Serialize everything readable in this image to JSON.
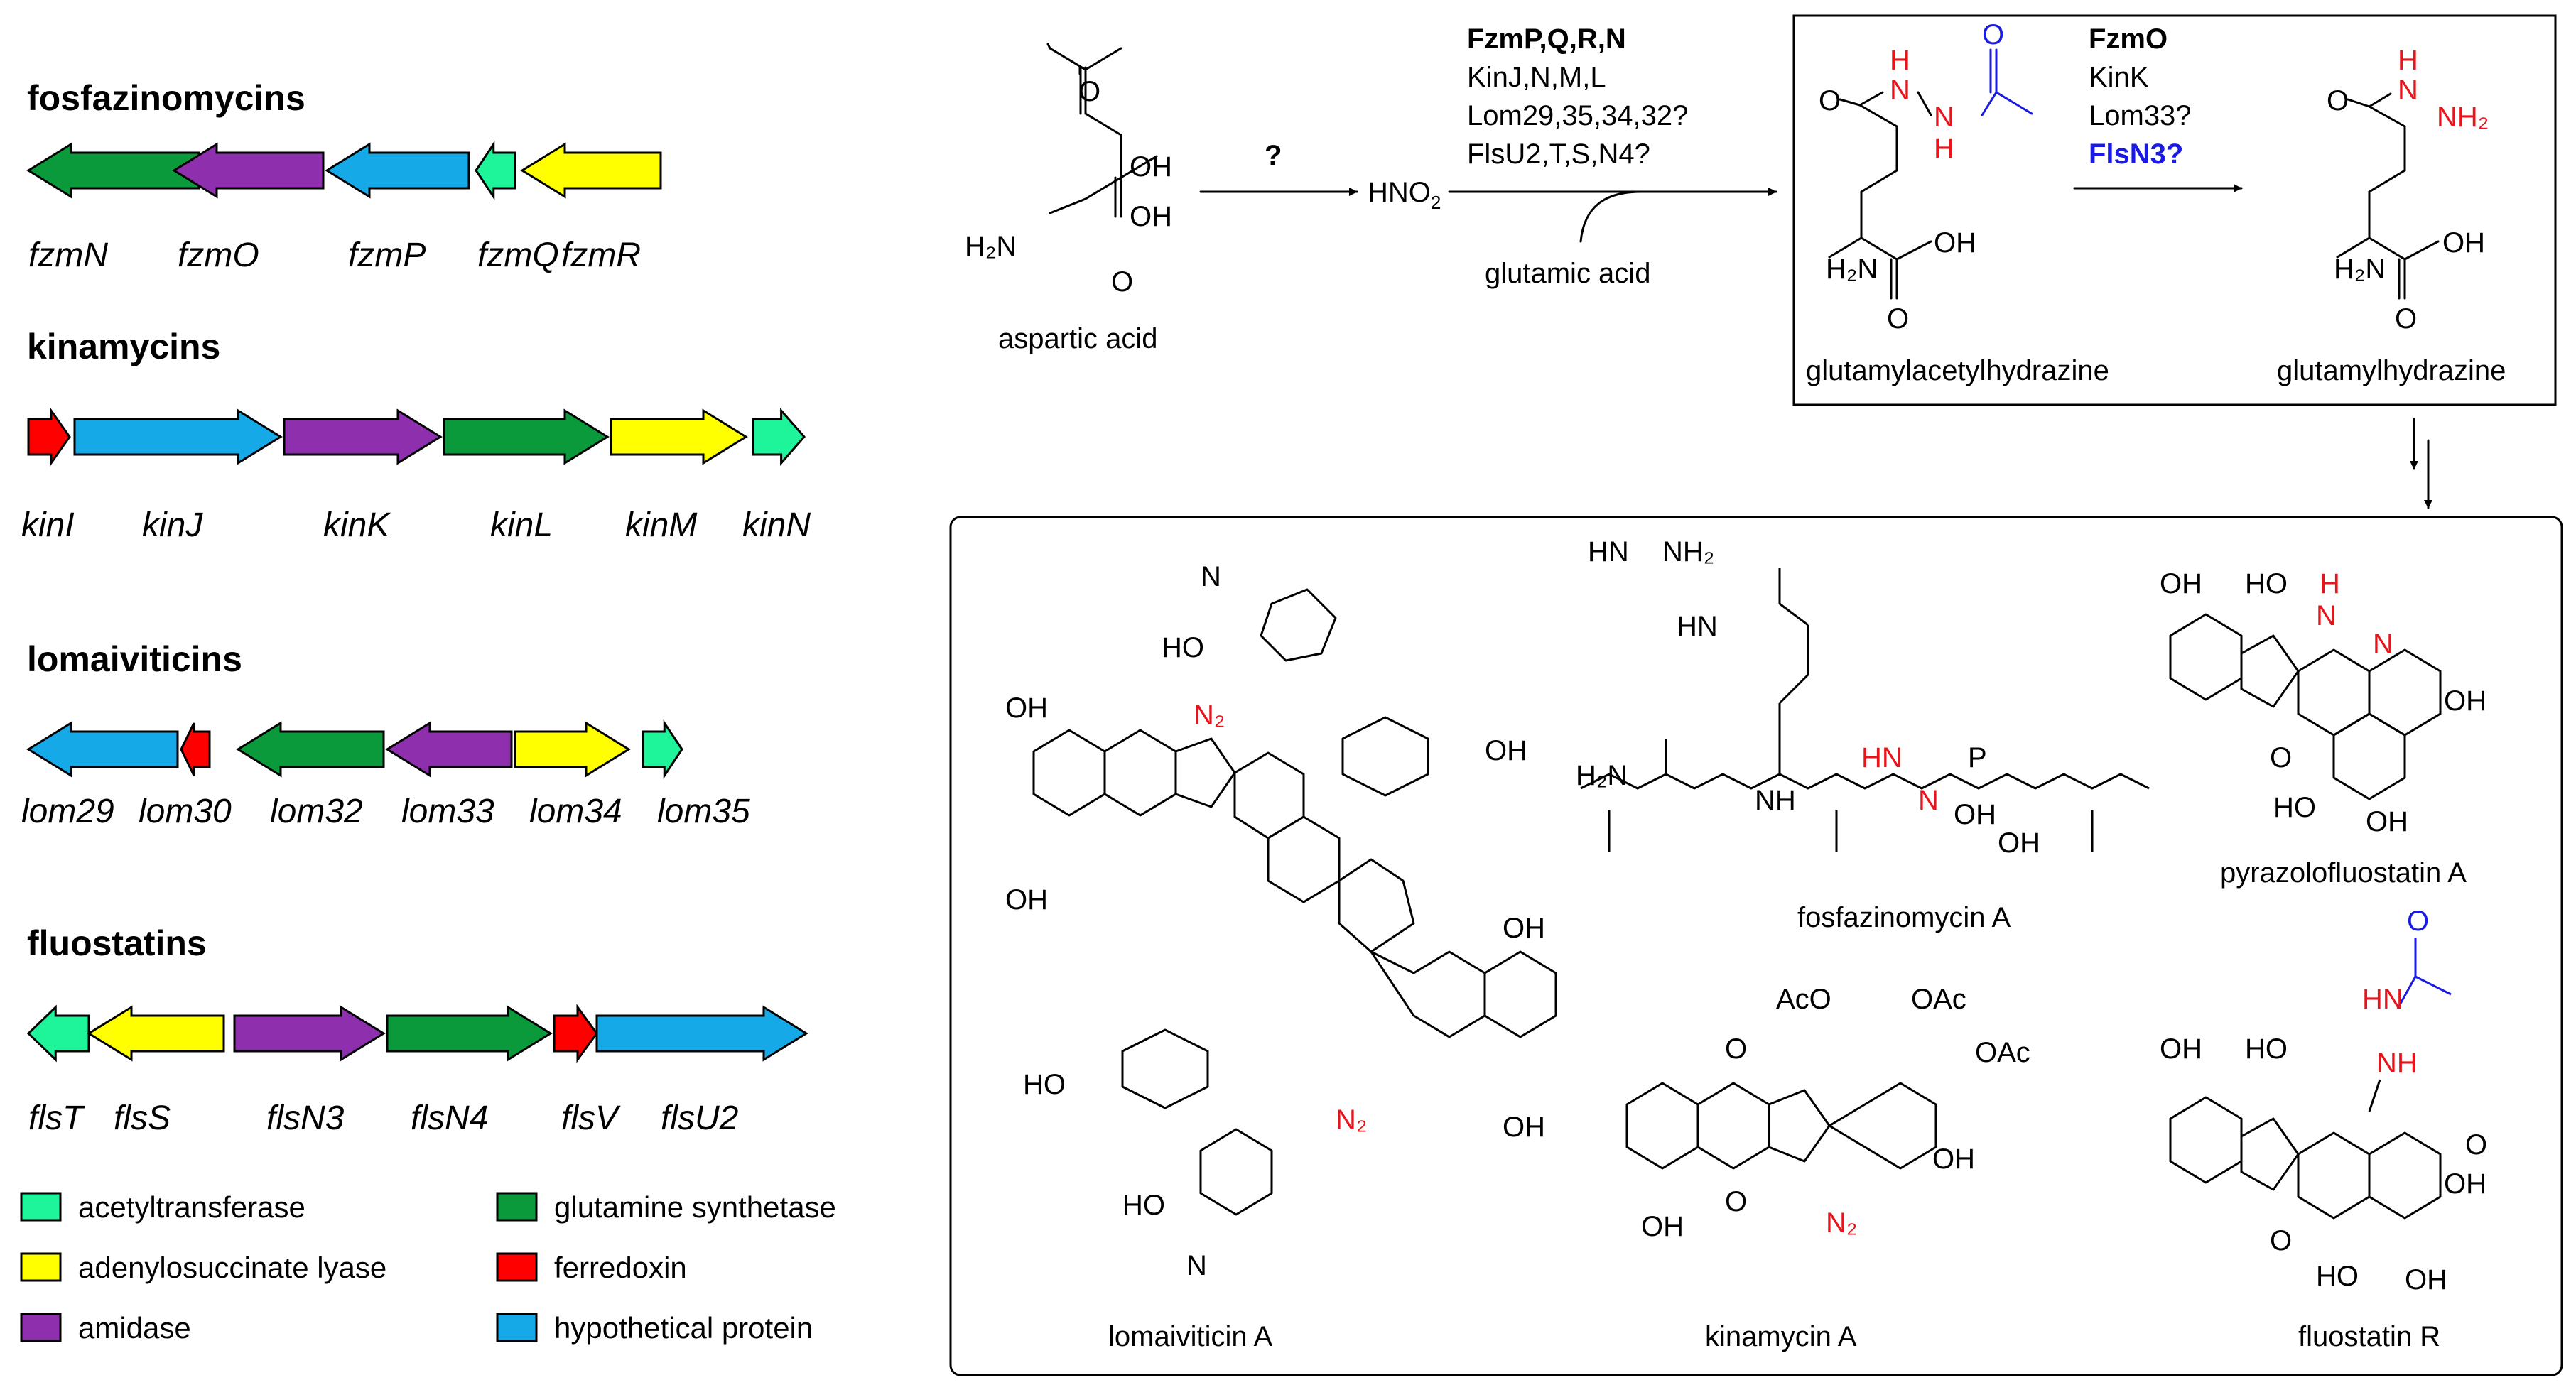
{
  "clusters": [
    {
      "title": "fosfazinomycins",
      "genes": [
        {
          "name": "fzmN",
          "type": "glutamine_synthetase",
          "dir": "left"
        },
        {
          "name": "fzmO",
          "type": "amidase",
          "dir": "left"
        },
        {
          "name": "fzmP",
          "type": "hypothetical_protein",
          "dir": "left"
        },
        {
          "name": "fzmQ",
          "type": "acetyltransferase",
          "dir": "left"
        },
        {
          "name": "fzmR",
          "type": "adenylosuccinate_lyase",
          "dir": "left"
        }
      ]
    },
    {
      "title": "kinamycins",
      "genes": [
        {
          "name": "kinI",
          "type": "ferredoxin",
          "dir": "right"
        },
        {
          "name": "kinJ",
          "type": "hypothetical_protein",
          "dir": "right"
        },
        {
          "name": "kinK",
          "type": "amidase",
          "dir": "right"
        },
        {
          "name": "kinL",
          "type": "glutamine_synthetase",
          "dir": "right"
        },
        {
          "name": "kinM",
          "type": "adenylosuccinate_lyase",
          "dir": "right"
        },
        {
          "name": "kinN",
          "type": "acetyltransferase",
          "dir": "right"
        }
      ]
    },
    {
      "title": "lomaiviticins",
      "genes": [
        {
          "name": "lom29",
          "type": "hypothetical_protein",
          "dir": "left"
        },
        {
          "name": "lom30",
          "type": "ferredoxin",
          "dir": "left"
        },
        {
          "name": "lom32",
          "type": "glutamine_synthetase",
          "dir": "left"
        },
        {
          "name": "lom33",
          "type": "amidase",
          "dir": "left"
        },
        {
          "name": "lom34",
          "type": "adenylosuccinate_lyase",
          "dir": "right"
        },
        {
          "name": "lom35",
          "type": "acetyltransferase",
          "dir": "right"
        }
      ]
    },
    {
      "title": "fluostatins",
      "genes": [
        {
          "name": "flsT",
          "type": "acetyltransferase",
          "dir": "left"
        },
        {
          "name": "flsS",
          "type": "adenylosuccinate_lyase",
          "dir": "left"
        },
        {
          "name": "flsN3",
          "type": "amidase",
          "dir": "right"
        },
        {
          "name": "flsN4",
          "type": "glutamine_synthetase",
          "dir": "right"
        },
        {
          "name": "flsV",
          "type": "ferredoxin",
          "dir": "right"
        },
        {
          "name": "flsU2",
          "type": "hypothetical_protein",
          "dir": "right"
        }
      ]
    }
  ],
  "legend": [
    {
      "type": "acetyltransferase",
      "label": "acetyltransferase",
      "color": "#1EF59B"
    },
    {
      "type": "glutamine_synthetase",
      "label": "glutamine synthetase",
      "color": "#0A9A3C"
    },
    {
      "type": "adenylosuccinate_lyase",
      "label": "adenylosuccinate lyase",
      "color": "#FFFF00"
    },
    {
      "type": "ferredoxin",
      "label": "ferredoxin",
      "color": "#FF0000"
    },
    {
      "type": "amidase",
      "label": "amidase",
      "color": "#8E2FAE"
    },
    {
      "type": "hypothetical_protein",
      "label": "hypothetical protein",
      "color": "#16A9E8"
    }
  ],
  "pathway": {
    "step1_label": "?",
    "step2_enzymes": [
      "FzmP,Q,R,N",
      "KinJ,N,M,L",
      "Lom29,35,34,32?",
      "FlsU2,T,S,N4?"
    ],
    "step3_enzymes": [
      "FzmO",
      "KinK",
      "Lom33?",
      "FlsN3?"
    ],
    "hno2": "HNO",
    "hno2_sub": "2",
    "cosubstrate": "glutamic acid",
    "compound_labels": {
      "aspartic": "aspartic acid",
      "acetylhydrazine": "glutamylacetylhydrazine",
      "hydrazine": "glutamylhydrazine"
    }
  },
  "products": {
    "lomaiviticin": "lomaiviticin A",
    "fosfazinomycin": "fosfazinomycin A",
    "pyrazolofluostatin": "pyrazolofluostatin A",
    "kinamycin": "kinamycin A",
    "fluostatin": "fluostatin R"
  },
  "atoms": {
    "OH": "OH",
    "O": "O",
    "N": "N",
    "H": "H",
    "H2N": "H₂N",
    "NH": "NH",
    "NH2": "NH₂",
    "HN": "HN",
    "HO": "HO",
    "N2": "N₂",
    "P": "P",
    "AcO": "AcO",
    "OAc": "OAc",
    "HNN": "HN",
    "Nme": "N",
    "HNguan": "HN"
  },
  "colors": {
    "red": "#E8141C",
    "blue": "#1A1AE6",
    "black": "#000000"
  }
}
